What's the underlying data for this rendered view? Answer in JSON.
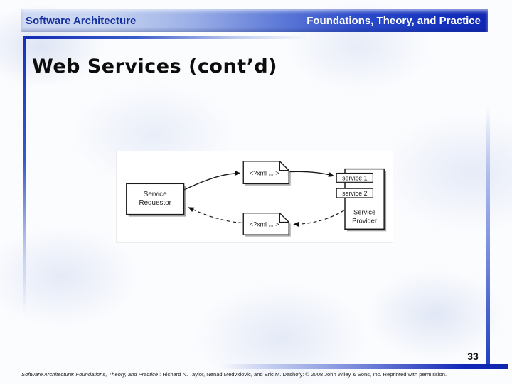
{
  "header": {
    "product": "Software Architecture",
    "subtitle": "Foundations, Theory, and Practice"
  },
  "slide": {
    "title": "Web Services (cont’d)",
    "page_number": "33"
  },
  "diagram": {
    "requestor_line1": "Service",
    "requestor_line2": "Requestor",
    "provider_line1": "Service",
    "provider_line2": "Provider",
    "service1": "service 1",
    "service2": "service 2",
    "xml_top": "<?xml ... >",
    "xml_bottom": "<?xml ... >"
  },
  "footer": {
    "book_title": "Software Architecture: Foundations, Theory, and Practice",
    "credits": " : Richard N. Taylor, Nenad Medvidovic, and Eric M. Dashofy: © 2008 John Wiley & Sons, Inc. Reprinted with permission."
  },
  "colors": {
    "accent_blue_dark": "#1128b8",
    "header_light_blue": "#c9d6f2",
    "header_text_left": "#16309e",
    "header_text_right": "#ffffff",
    "title_text": "#0d0d0d"
  },
  "icons": {
    "xml_document": "document with folded corner",
    "solid_arrow": "request flow",
    "dashed_arrow": "response flow"
  }
}
